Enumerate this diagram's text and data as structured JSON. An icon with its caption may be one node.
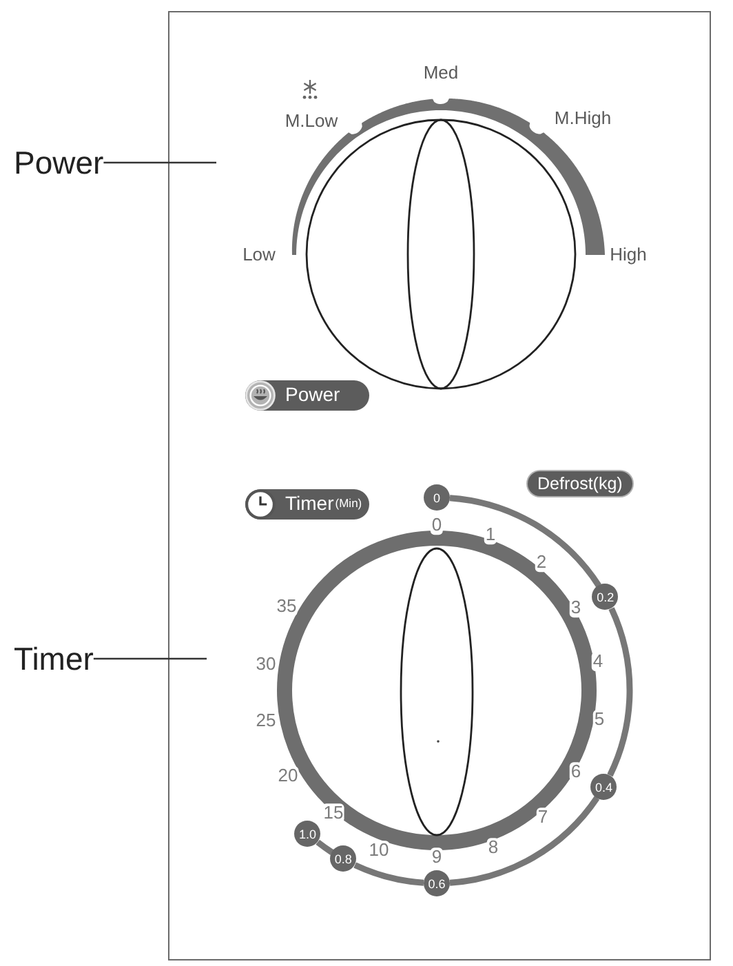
{
  "diagram": {
    "nodes": [
      {
        "text": [
          "Power"
        ]
      },
      {
        "text": [
          "Power"
        ]
      },
      {
        "text": [
          "Timer",
          "(Min)"
        ]
      },
      {
        "text": [
          "Defrost(kg)"
        ]
      },
      {
        "text": [
          "0"
        ]
      },
      {
        "text": [
          "0.2"
        ]
      },
      {
        "text": [
          "0.4"
        ]
      },
      {
        "text": [
          "0.6"
        ]
      },
      {
        "text": [
          "0.8"
        ]
      },
      {
        "text": [
          "1.0"
        ]
      },
      {
        "text": [
          "Timer"
        ]
      }
    ],
    "edges": [
      {
        "from": 0,
        "to": null,
        "arrow": "none",
        "color": "#333333"
      },
      {
        "from": 10,
        "to": null,
        "arrow": "none",
        "color": "#333333"
      },
      {
        "from": 4,
        "to": 5,
        "arrow": "none"
      },
      {
        "from": 5,
        "to": 6,
        "arrow": "none"
      },
      {
        "from": 6,
        "to": 7,
        "arrow": "none"
      },
      {
        "from": 7,
        "to": 8,
        "arrow": "none"
      },
      {
        "from": 8,
        "to": 9,
        "arrow": "none"
      }
    ],
    "labels": [
      "Med",
      "M.Low",
      "M.High",
      "Low",
      "High",
      "0",
      "1",
      "2",
      "3",
      "4",
      "5",
      "6",
      "7",
      "8",
      "9",
      "10",
      "15",
      "20",
      "25",
      "30",
      "35"
    ]
  }
}
